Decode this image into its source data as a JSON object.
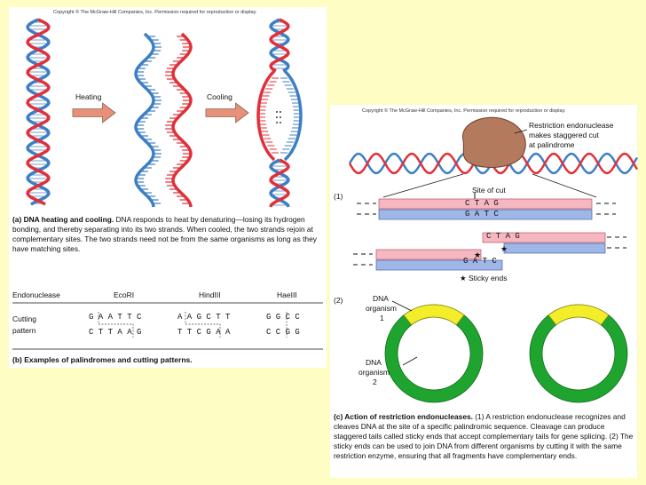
{
  "left": {
    "copyright": "Copyright © The McGraw-Hill Companies, Inc. Permission required for reproduction or display.",
    "heating_label": "Heating",
    "cooling_label": "Cooling",
    "caption_a_bold": "(a) DNA heating and cooling.",
    "caption_a_text": " DNA responds to heat by denaturing—losing its hydrogen bonding, and thereby separating into its two strands. When cooled, the two strands rejoin at complementary sites. The two strands need not be from the same organisms as long as they have matching sites.",
    "table": {
      "col_endonuclease": "Endonuclease",
      "col_ecori": "EcoRI",
      "col_hindiii": "HindIII",
      "col_haeiii": "HaeIII",
      "row_label_1": "Cutting",
      "row_label_2": "pattern",
      "ecori_top": "G A A T T C",
      "ecori_bottom": "C T T A A G",
      "hindiii_top": "A A G C T T",
      "hindiii_bottom": "T T C G A A",
      "haeiii_top": "G G C C",
      "haeiii_bottom": "C C G G"
    },
    "caption_b": "(b) Examples of palindromes and cutting patterns."
  },
  "right": {
    "copyright": "Copyright © The McGraw-Hill Companies, Inc. Permission required for reproduction or display.",
    "enzyme_label_1": "Restriction endonuclease",
    "enzyme_label_2": "makes staggered cut",
    "enzyme_label_3": "at palindrome",
    "step1": "(1)",
    "site_of_cut": "Site of cut",
    "seq_top": "C T A G",
    "seq_bottom": "G A T C",
    "seq_top2": "C T A G",
    "seq_bottom2": "G A T C",
    "sticky_ends": "★ Sticky ends",
    "step2": "(2)",
    "dna_org1_1": "DNA",
    "dna_org1_2": "organism",
    "dna_org1_3": "1",
    "dna_org2_1": "DNA",
    "dna_org2_2": "organism",
    "dna_org2_3": "2",
    "caption_c_bold": "(c) Action of restriction endonucleases.",
    "caption_c_text": " (1) A restriction endonuclease recognizes and cleaves DNA at the site of a specific palindromic sequence. Cleavage can produce staggered tails called sticky ends that accept complementary tails for gene splicing. (2) The sticky ends can be used to join DNA from different organisms by cutting it with the same restriction enzyme, ensuring that all fragments have complementary ends."
  },
  "colors": {
    "background": "#fdfdc4",
    "strand_red": "#e0303a",
    "strand_blue": "#3d7fc4",
    "arrow": "#e8917a",
    "pink_bar": "#f6b7c0",
    "blue_bar": "#9fb7e6",
    "plasmid_green": "#1fa52f",
    "plasmid_yellow": "#f4ee2a",
    "enzyme": "#b47a5e"
  }
}
